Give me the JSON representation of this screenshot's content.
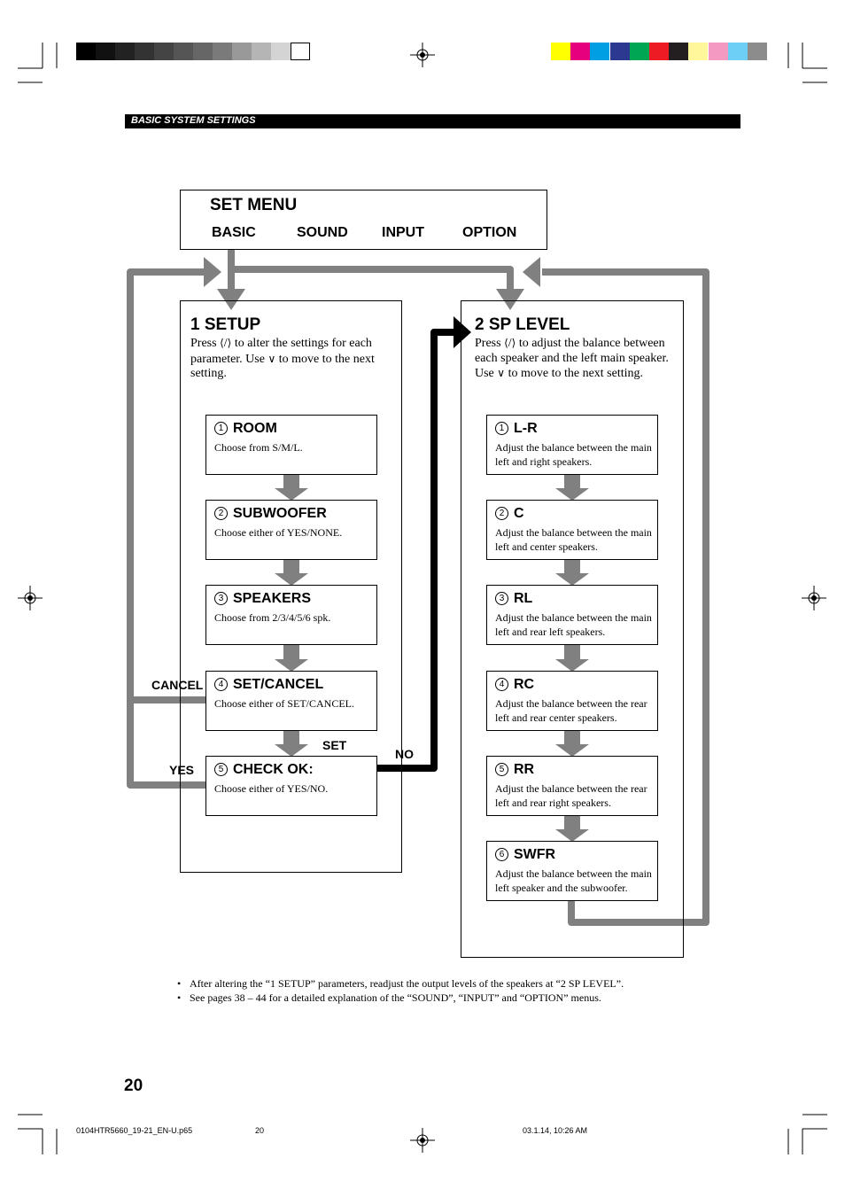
{
  "header": {
    "section": "BASIC SYSTEM SETTINGS"
  },
  "menu": {
    "title": "SET MENU",
    "tabs": [
      "BASIC",
      "SOUND",
      "INPUT",
      "OPTION"
    ]
  },
  "setup": {
    "title": "1   SETUP",
    "desc_a": "Press",
    "desc_b": "/",
    "desc_c": "to alter the settings for each parameter. Use",
    "desc_d": "to move to the next setting.",
    "items": [
      {
        "num": "1",
        "title": "ROOM",
        "desc": "Choose from S/M/L."
      },
      {
        "num": "2",
        "title": "SUBWOOFER",
        "desc": "Choose either of YES/NONE."
      },
      {
        "num": "3",
        "title": "SPEAKERS",
        "desc": "Choose from 2/3/4/5/6 spk."
      },
      {
        "num": "4",
        "title": "SET/CANCEL",
        "desc": "Choose either of SET/CANCEL."
      },
      {
        "num": "5",
        "title": "CHECK OK:",
        "desc": "Choose either of YES/NO."
      }
    ]
  },
  "sp_level": {
    "title": "2   SP LEVEL",
    "desc_a": "Press",
    "desc_b": "/",
    "desc_c": "to adjust the balance between each speaker and the left main speaker. Use",
    "desc_d": "to move to the next setting.",
    "items": [
      {
        "num": "1",
        "title": "L-R",
        "desc": "Adjust the balance between the main left and right speakers."
      },
      {
        "num": "2",
        "title": "C",
        "desc": "Adjust the balance between the main left and center speakers."
      },
      {
        "num": "3",
        "title": "RL",
        "desc": "Adjust the balance between the main left and rear left speakers."
      },
      {
        "num": "4",
        "title": "RC",
        "desc": "Adjust the balance between the rear left and rear center speakers."
      },
      {
        "num": "5",
        "title": "RR",
        "desc": "Adjust the balance between the rear left and rear right speakers."
      },
      {
        "num": "6",
        "title": "SWFR",
        "desc": "Adjust the balance between the main left speaker and the subwoofer."
      }
    ]
  },
  "flow_labels": {
    "cancel": "CANCEL",
    "yes": "YES",
    "set": "SET",
    "no": "NO"
  },
  "notes": [
    "After altering the “1 SETUP” parameters, readjust the output levels of the speakers at “2 SP LEVEL”.",
    "See pages 38 – 44 for a detailed explanation of the “SOUND”, “INPUT” and “OPTION” menus."
  ],
  "page_number": "20",
  "footer": {
    "file": "0104HTR5660_19-21_EN-U.p65",
    "page": "20",
    "timestamp": "03.1.14, 10:26 AM"
  },
  "colors": {
    "flow_gray": "#808080",
    "flow_black": "#000000",
    "gray_scale": [
      "#000000",
      "#111111",
      "#222222",
      "#333333",
      "#444444",
      "#555555",
      "#666666",
      "#7a7a7a",
      "#999999",
      "#b5b5b5",
      "#d4d4d4",
      "#ffffff"
    ],
    "color_bar": [
      "#ffff00",
      "#e6007e",
      "#009fe3",
      "#2b3990",
      "#00a651",
      "#ed1c24",
      "#231f20",
      "#fff799",
      "#f49ac1",
      "#6dcff6",
      "#8c8c8c"
    ]
  }
}
